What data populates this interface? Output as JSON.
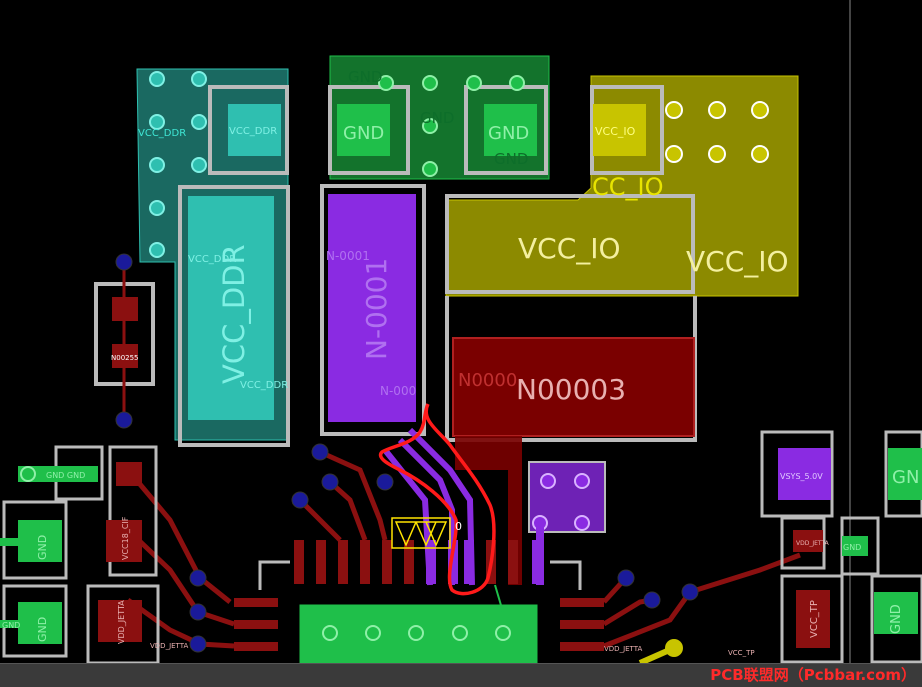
{
  "colors": {
    "background": "#000000",
    "vcc_ddr": "#2fbfb0",
    "gnd": "#1fbf4a",
    "vcc_io": "#c8c400",
    "n0001": "#8a2be2",
    "n00003": "#7a0000",
    "trace_red": "#8b1010",
    "via": "#1a1a9a",
    "annotation": "#ff1a1a"
  },
  "labels": {
    "vcc_ddr_a": "VCC_DDR",
    "vcc_ddr_b": "VCC_DDR",
    "vcc_ddr_c": "VCC_DDR",
    "vcc_ddr_big": "VCC_DDR",
    "vcc_ddr_d": "VCC_DDR",
    "gnd_top": "GND",
    "gnd_left_pad": "GND",
    "gnd_mid": "GND",
    "gnd_right_pad": "GND",
    "gnd_bottom": "GND",
    "vcc_io_small": "VCC_IO",
    "vcc_io_half": "CC_IO",
    "vcc_io_pad": "VCC_IO",
    "vcc_io_right": "VCC_IO",
    "n0001_small": "N-0001",
    "n0001_big": "N-0001",
    "n0001_low": "N-000",
    "n00003_cut": "N0000",
    "n00003_big": "N00003",
    "n00255": "N00255",
    "gnd_gnd": "GND GND",
    "gnd_left1": "GND",
    "vcc18_cif": "VCC18_CIF",
    "gnd_left2": "GND",
    "vdd_jetta": "VDD_JETTA",
    "vsys": "VSYS_5.0V",
    "gnd_far_right": "GN",
    "vdd_jetta_r": "VDD_JETTA",
    "gnd_small_r": "GND",
    "vcc_tp": "VCC_TP",
    "gnd_right_low": "GND",
    "vcc_tp_low": "VCC_TP",
    "vdd_jetta_low": "VDD_JETTA",
    "gnd_edge": "GND",
    "vdd_jetta_bl": "VDD_JETTA",
    "net_marker": "0"
  },
  "watermark": "PCB联盟网（Pcbbar.com）"
}
